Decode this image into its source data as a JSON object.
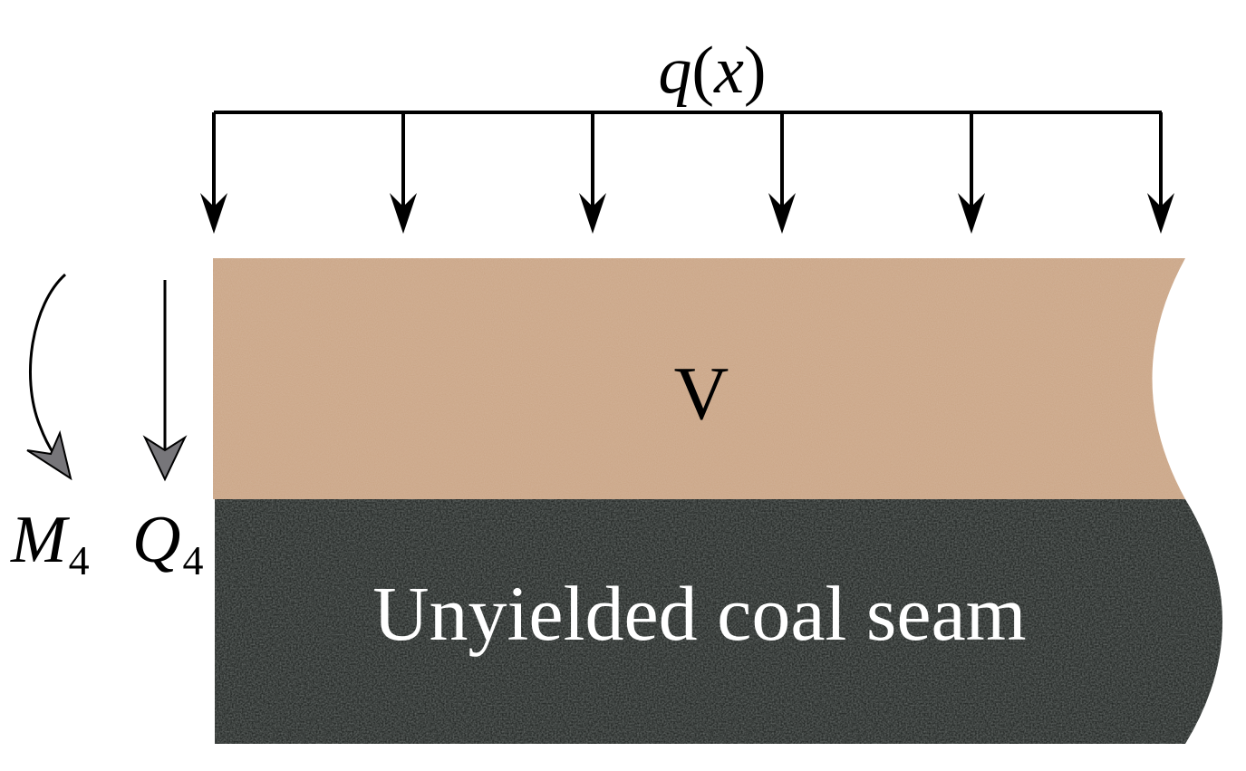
{
  "load": {
    "symbol": "q",
    "variable": "x",
    "open_paren": "(",
    "close_paren": ")"
  },
  "layers": {
    "upper_layer_label": "V",
    "coal_seam_label": "Unyielded coal seam"
  },
  "moment": {
    "symbol": "M",
    "subscript": "4"
  },
  "shear": {
    "symbol": "Q",
    "subscript": "4"
  },
  "colors": {
    "upper_layer": "#c9a383",
    "coal_seam": "#262a28",
    "arrow_head_gray": "#77767a",
    "line": "#000000",
    "coal_text": "#ffffff"
  },
  "icons": {
    "load_arrow": "arrow-down-icon",
    "moment_arrow": "curved-arrow-icon",
    "shear_arrow": "arrow-down-icon"
  }
}
